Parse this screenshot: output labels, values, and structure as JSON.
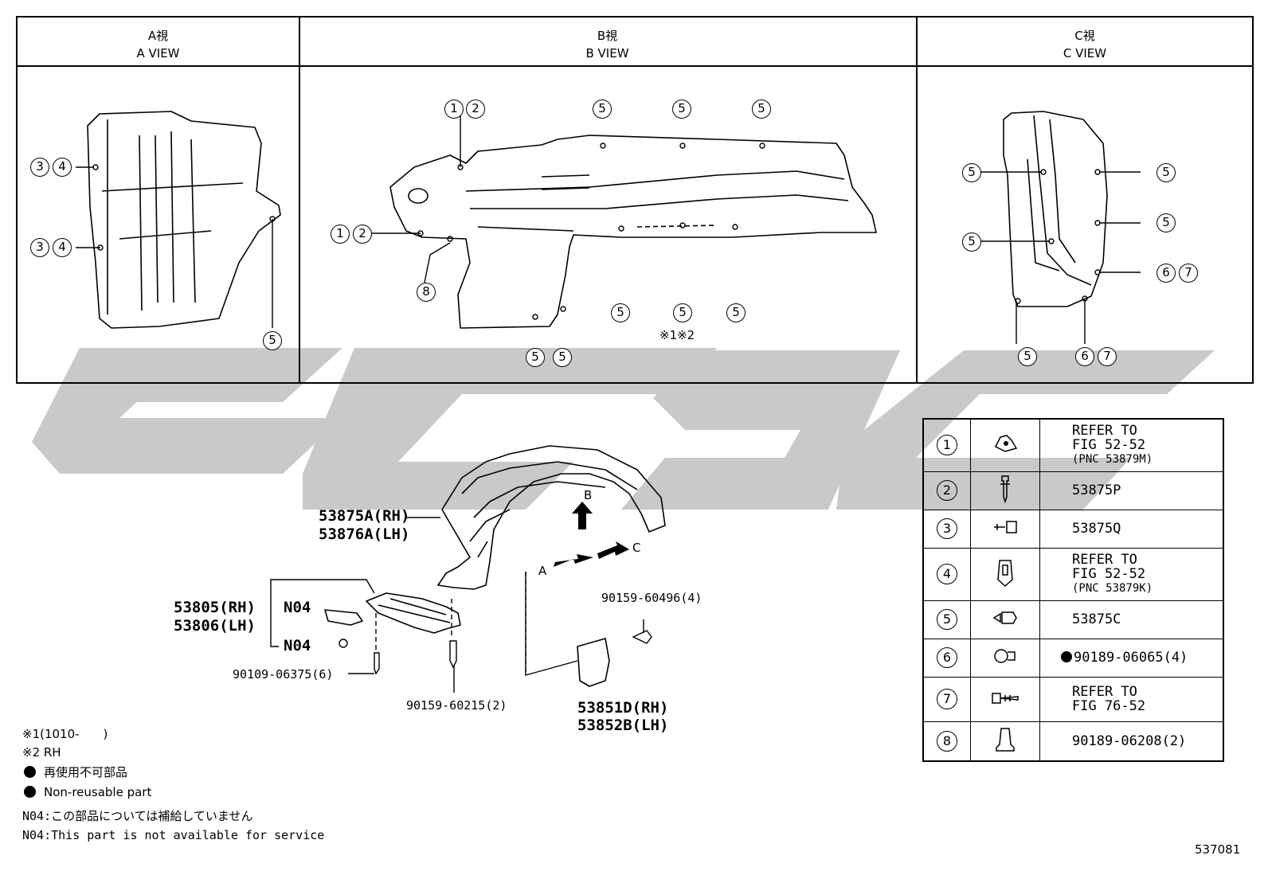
{
  "views": [
    {
      "jp": "A視",
      "en": "A VIEW"
    },
    {
      "jp": "B視",
      "en": "B VIEW"
    },
    {
      "jp": "C視",
      "en": "C VIEW"
    }
  ],
  "callouts": {
    "c1": "1",
    "c2": "2",
    "c3": "3",
    "c4": "4",
    "c5": "5",
    "c6": "6",
    "c7": "7",
    "c8": "8"
  },
  "b_view_note": "※1※2",
  "labels": {
    "liner_rh": "53875A(RH)",
    "liner_lh": "53876A(LH)",
    "cover_rh": "53805(RH)",
    "cover_lh": "53806(LH)",
    "n04_top": "N04",
    "n04_bottom": "N04",
    "bolt_left": "90109-06375(6)",
    "bolt_mid": "90159-60215(2)",
    "bolt_right": "90159-60496(4)",
    "seal_rh": "53851D(RH)",
    "seal_lh": "53852B(LH)",
    "arrow_a": "A",
    "arrow_b": "B",
    "arrow_c": "C"
  },
  "parts_table": [
    {
      "no": "1",
      "icon": "clip-nut-icon",
      "lines": [
        "REFER TO",
        "FIG 52-52"
      ],
      "sub": "(PNC 53879M)"
    },
    {
      "no": "2",
      "icon": "screw-icon",
      "lines": [
        "53875P"
      ],
      "sub": ""
    },
    {
      "no": "3",
      "icon": "bolt-washer-icon",
      "lines": [
        "53875Q"
      ],
      "sub": ""
    },
    {
      "no": "4",
      "icon": "spring-clip-icon",
      "lines": [
        "REFER TO",
        "FIG 52-52"
      ],
      "sub": "(PNC 53879K)"
    },
    {
      "no": "5",
      "icon": "push-clip-icon",
      "lines": [
        "53875C"
      ],
      "sub": ""
    },
    {
      "no": "6",
      "icon": "grommet-icon",
      "lines": [
        "90189-06065(4)"
      ],
      "sub": "",
      "nonreusable": true
    },
    {
      "no": "7",
      "icon": "tapping-screw-icon",
      "lines": [
        "REFER TO",
        "FIG 76-52"
      ],
      "sub": ""
    },
    {
      "no": "8",
      "icon": "nut-icon",
      "lines": [
        "90189-06208(2)"
      ],
      "sub": ""
    }
  ],
  "notes": {
    "n1": "※1(1010-　　)",
    "n2": "※2 RH",
    "n3": "再使用不可部品",
    "n4": "Non-reusable part",
    "n5": "N04:この部品については補給していません",
    "n6": "N04:This part is not available for service"
  },
  "figure_id": "537081",
  "watermark_color": "#c8c8c8"
}
